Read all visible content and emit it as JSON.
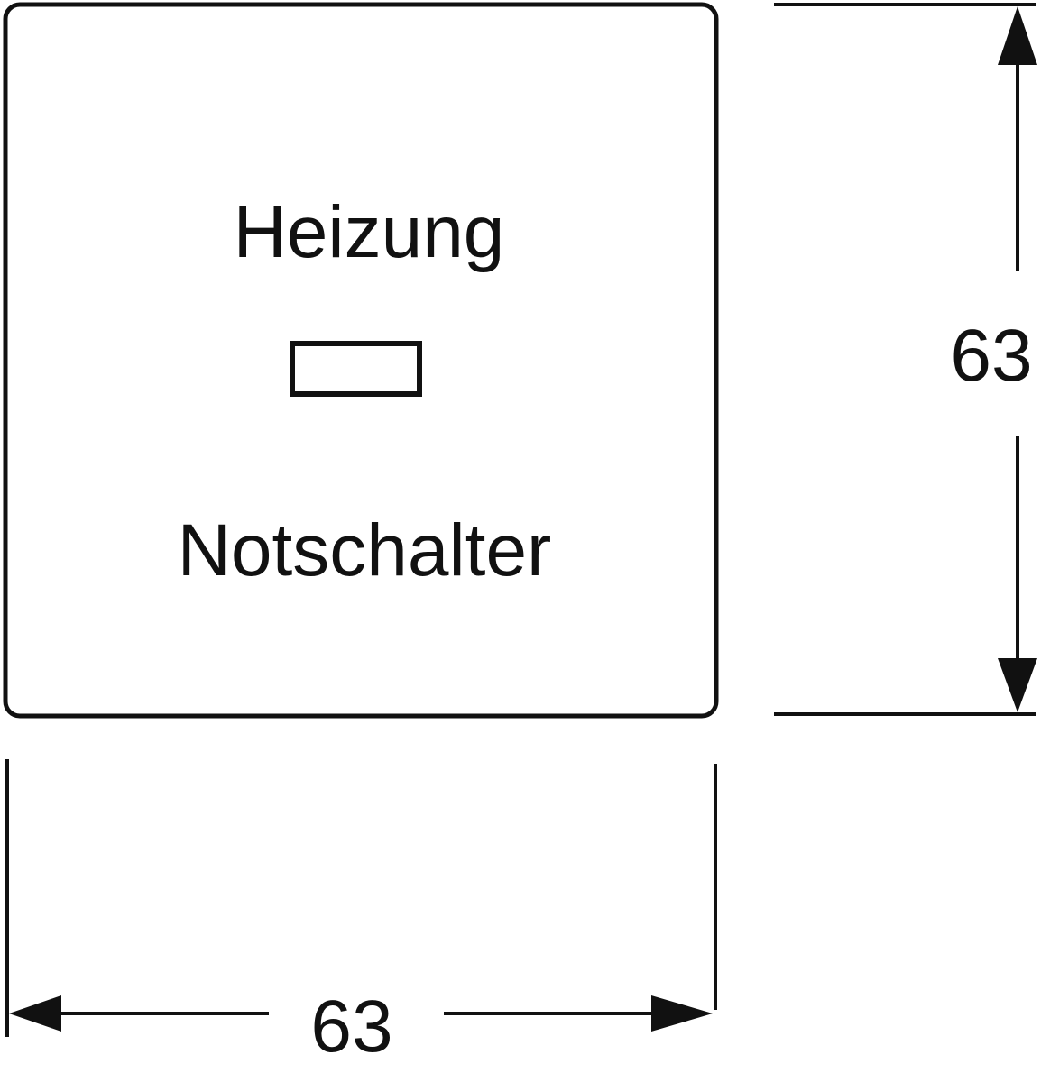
{
  "plate": {
    "label_top": "Heizung",
    "label_bottom": "Notschalter"
  },
  "dimensions": {
    "height_value": "63",
    "width_value": "63"
  },
  "colors": {
    "line": "#111111",
    "background": "#ffffff"
  }
}
